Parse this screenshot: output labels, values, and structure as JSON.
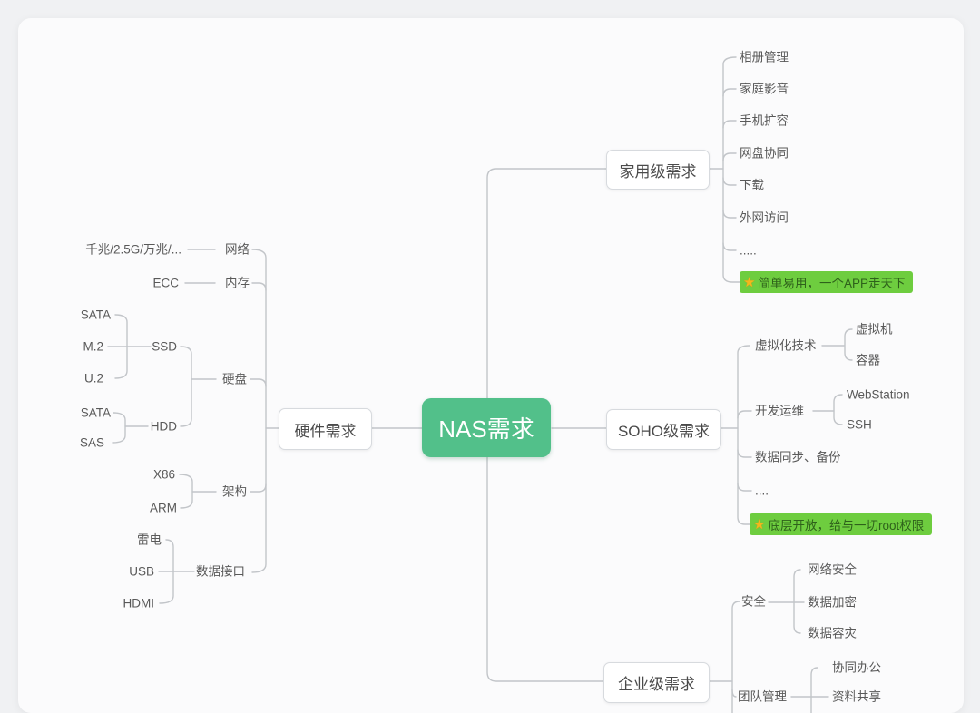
{
  "map": {
    "root": {
      "label": "NAS需求"
    },
    "left": [
      {
        "label": "硬件需求",
        "children": [
          {
            "label": "网络",
            "children": [
              {
                "label": "千兆/2.5G/万兆/..."
              }
            ]
          },
          {
            "label": "内存",
            "children": [
              {
                "label": "ECC"
              }
            ]
          },
          {
            "label": "硬盘",
            "children": [
              {
                "label": "SSD",
                "children": [
                  {
                    "label": "SATA"
                  },
                  {
                    "label": "M.2"
                  },
                  {
                    "label": "U.2"
                  }
                ]
              },
              {
                "label": "HDD",
                "children": [
                  {
                    "label": "SATA"
                  },
                  {
                    "label": "SAS"
                  }
                ]
              }
            ]
          },
          {
            "label": "架构",
            "children": [
              {
                "label": "X86"
              },
              {
                "label": "ARM"
              }
            ]
          },
          {
            "label": "数据接口",
            "children": [
              {
                "label": "雷电"
              },
              {
                "label": "USB"
              },
              {
                "label": "HDMI"
              }
            ]
          }
        ]
      }
    ],
    "right": [
      {
        "label": "家用级需求",
        "children": [
          {
            "label": "相册管理"
          },
          {
            "label": "家庭影音"
          },
          {
            "label": "手机扩容"
          },
          {
            "label": "网盘协同"
          },
          {
            "label": "下载"
          },
          {
            "label": "外网访问"
          },
          {
            "label": "....."
          },
          {
            "label": "简单易用，一个APP走天下",
            "highlighted": true,
            "icon": "star"
          }
        ]
      },
      {
        "label": "SOHO级需求",
        "children": [
          {
            "label": "虚拟化技术",
            "children": [
              {
                "label": "虚拟机"
              },
              {
                "label": "容器"
              }
            ]
          },
          {
            "label": "开发运维",
            "children": [
              {
                "label": "WebStation"
              },
              {
                "label": "SSH"
              }
            ]
          },
          {
            "label": "数据同步、备份"
          },
          {
            "label": "...."
          },
          {
            "label": "底层开放，给与一切root权限",
            "highlighted": true,
            "icon": "star"
          }
        ]
      },
      {
        "label": "企业级需求",
        "children": [
          {
            "label": "安全",
            "children": [
              {
                "label": "网络安全"
              },
              {
                "label": "数据加密"
              },
              {
                "label": "数据容灾"
              }
            ]
          },
          {
            "label": "团队管理",
            "children": [
              {
                "label": "协同办公"
              },
              {
                "label": "资料共享"
              }
            ]
          }
        ]
      }
    ],
    "icons": {
      "star": "★"
    },
    "colors": {
      "root_bg": "#52c08a",
      "root_text": "#ffffff",
      "highlight_bg": "#6ecd3f",
      "highlight_text": "#2e611b",
      "star": "#f3b71c",
      "connector": "#c2c5c9",
      "node_border": "#d7dade",
      "label_text": "#595959"
    }
  }
}
